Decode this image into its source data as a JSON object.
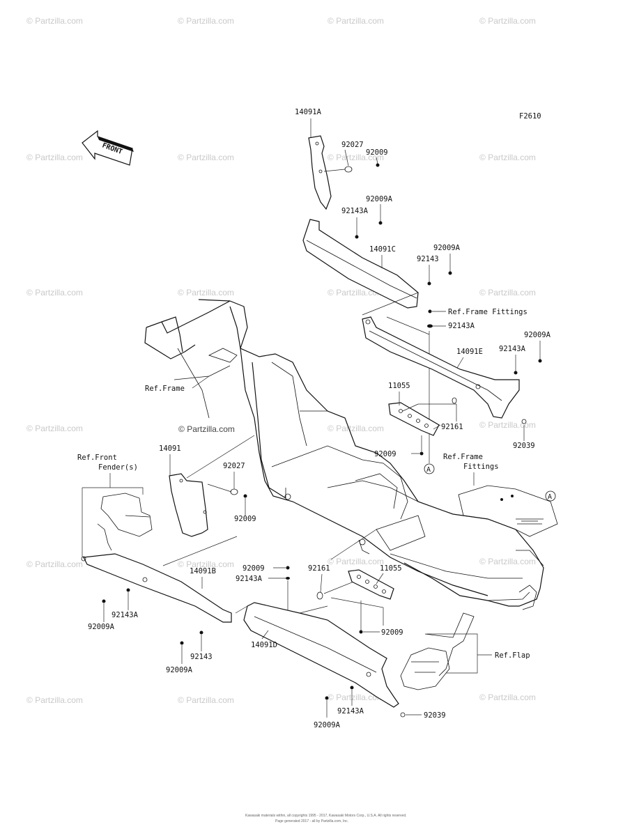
{
  "diagram_id": "F2610",
  "front_arrow_label": "FRONT",
  "watermark": "Partzilla.com",
  "watermark_center": "Partzilla.com",
  "callout_letter": "A",
  "labels": {
    "p14091A": "14091A",
    "p92027_top": "92027",
    "p92009_top": "92009",
    "p92009A_1": "92009A",
    "p92143A_1": "92143A",
    "p14091C": "14091C",
    "p92009A_2": "92009A",
    "p92143_1": "92143",
    "ref_frame_fittings_1": "Ref.Frame Fittings",
    "p92143A_2": "92143A",
    "p92009A_3": "92009A",
    "p14091E": "14091E",
    "p92143A_3": "92143A",
    "ref_frame": "Ref.Frame",
    "p11055_1": "11055",
    "p92161_1": "92161",
    "p92039_1": "92039",
    "p92009_mid": "92009",
    "ref_frame_fittings_2a": "Ref.Frame",
    "ref_frame_fittings_2b": "Fittings",
    "p14091": "14091",
    "ref_front_fender_a": "Ref.Front",
    "ref_front_fender_b": "Fender(s)",
    "p92027_left": "92027",
    "p92009_left": "92009",
    "p14091B": "14091B",
    "p92009_low": "92009",
    "p92143A_4": "92143A",
    "p92161_2": "92161",
    "p11055_2": "11055",
    "p92143A_5": "92143A",
    "p92009A_4": "92009A",
    "p92143_2": "92143",
    "p92009A_5": "92009A",
    "p14091D": "14091D",
    "p92009_low2": "92009",
    "ref_flap": "Ref.Flap",
    "p92143A_6": "92143A",
    "p92039_2": "92039",
    "p92009A_6": "92009A"
  },
  "footer_line1": "Kawasaki materials within, all copyrights 1995 - 2017, Kawasaki Motors Corp., U.S.A. All rights reserved.",
  "footer_line2": "Page generated 2017 - all by Partzilla.com, Inc."
}
